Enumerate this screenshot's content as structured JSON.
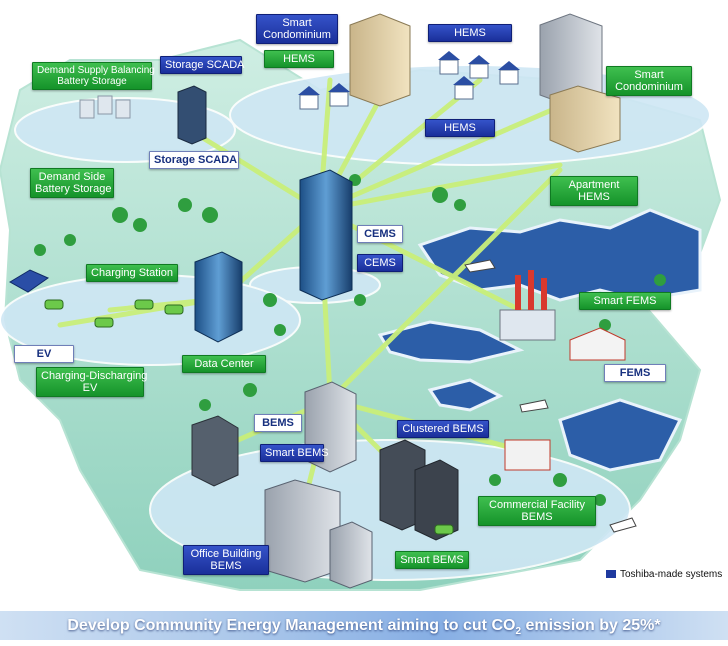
{
  "labels": {
    "smart_condominium_top": [
      "Smart",
      "Condominium"
    ],
    "hems_top_left": "HEMS",
    "hems_top_right": "HEMS",
    "hems_middle": "HEMS",
    "smart_condominium_right": [
      "Smart",
      "Condominium"
    ],
    "demand_supply_balancing": [
      "Demand Supply Balancing",
      "Battery Storage"
    ],
    "storage_scada_top": "Storage SCADA",
    "storage_scada_white": "Storage SCADA",
    "demand_side_battery": [
      "Demand Side",
      "Battery Storage"
    ],
    "apartment_hems": [
      "Apartment",
      "HEMS"
    ],
    "cems_white": "CEMS",
    "cems_blue": "CEMS",
    "charging_station": "Charging Station",
    "smart_fems": "Smart FEMS",
    "ev": "EV",
    "charging_discharging_ev": [
      "Charging-Discharging",
      "EV"
    ],
    "data_center": "Data Center",
    "fems": "FEMS",
    "bems_white": "BEMS",
    "clustered_bems": "Clustered BEMS",
    "smart_bems_center": "Smart BEMS",
    "commercial_facility_bems": [
      "Commercial Facility",
      "BEMS"
    ],
    "office_building_bems": [
      "Office Building",
      "BEMS"
    ],
    "smart_bems_bottom": "Smart BEMS"
  },
  "legend": {
    "label": "Toshiba-made systems",
    "color": "#1f3a9f"
  },
  "banner": {
    "prefix": "Develop Community Energy Management aiming to cut CO",
    "subscript": "2",
    "suffix": " emission by 25%*"
  },
  "colors": {
    "land": "#a9dfd0",
    "water": "#2e5fa8",
    "green_label": "#1fa533",
    "blue_label": "#233aa6",
    "connection": "#c9ef7a"
  }
}
